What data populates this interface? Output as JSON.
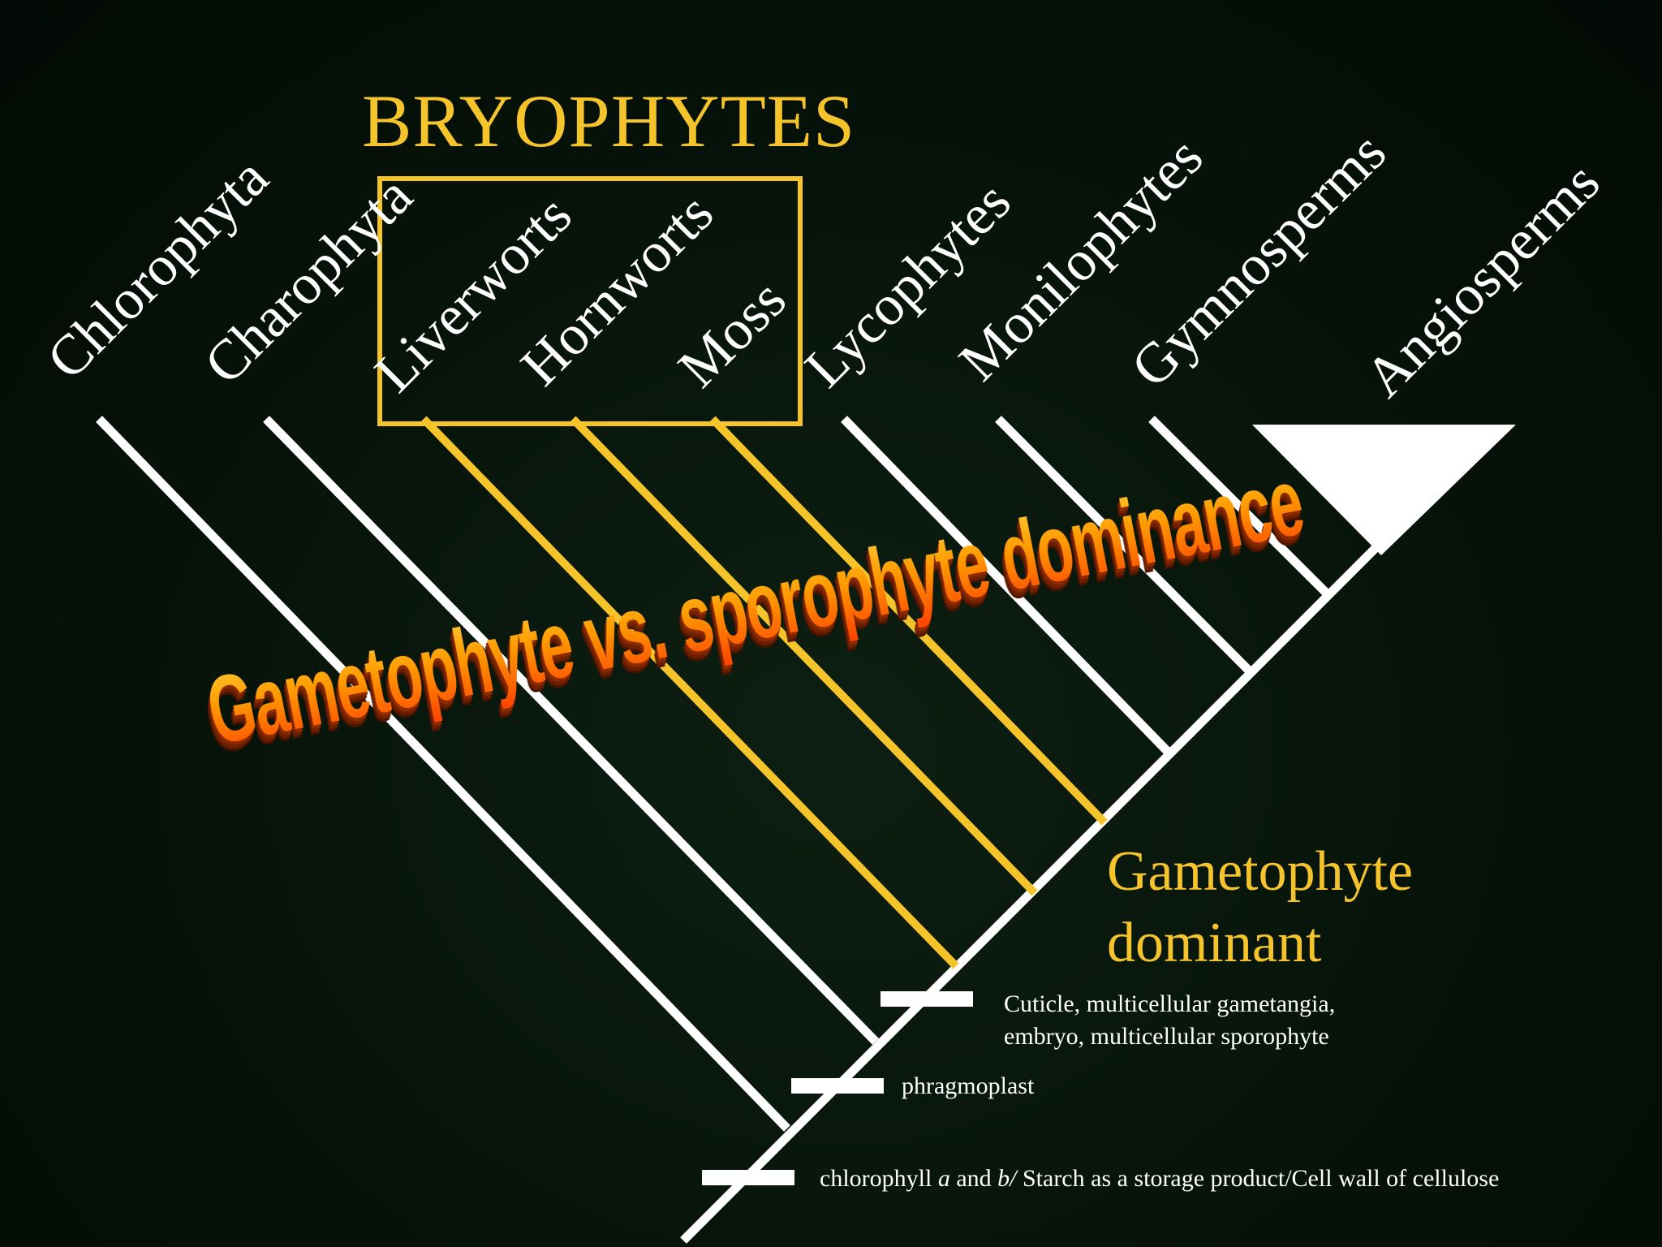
{
  "title": "BRYOPHYTES",
  "taxa": [
    "Chlorophyta",
    "Charophyta",
    "Liverworts",
    "Hornworts",
    "Moss",
    "Lycophytes",
    "Monilophytes",
    "Gymnosperms",
    "Angiosperms"
  ],
  "banner": "Gametophyte vs. sporophyte dominance",
  "gametophyte_dominant": [
    "Gametophyte",
    "dominant"
  ],
  "synapomorphies": {
    "cuticle_line1": "Cuticle, multicellular gametangia,",
    "cuticle_line2": "embryo, multicellular sporophyte",
    "phragmoplast": "phragmoplast",
    "chlorophyll_1": "chlorophyll ",
    "chlorophyll_a": "a",
    "chlorophyll_2": " and ",
    "chlorophyll_b": "b/",
    "chlorophyll_3": " Starch as a storage product/Cell wall of cellulose"
  },
  "colors": {
    "bryophyte": "#f5c32a",
    "tree": "#ffffff",
    "banner_top": "#ffd23a",
    "banner_bottom": "#ff3d00"
  }
}
